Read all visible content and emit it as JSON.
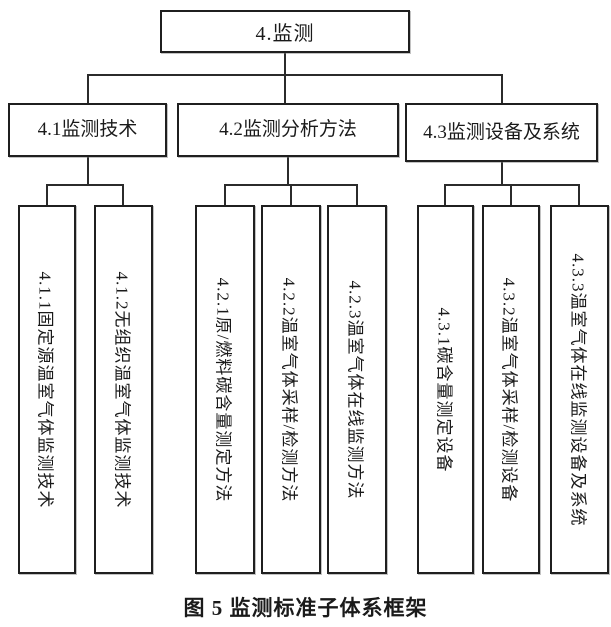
{
  "root": {
    "label": "4.监测"
  },
  "level2": [
    {
      "id": "4.1",
      "label": "4.1监测技术"
    },
    {
      "id": "4.2",
      "label": "4.2监测分析方法"
    },
    {
      "id": "4.3",
      "label": "4.3监测设备及系统"
    }
  ],
  "leaves": [
    {
      "parent": "4.1",
      "label": "4.1.1固定源温室气体监测技术"
    },
    {
      "parent": "4.1",
      "label": "4.1.2无组织温室气体监测技术"
    },
    {
      "parent": "4.2",
      "label": "4.2.1原/燃料碳含量测定方法"
    },
    {
      "parent": "4.2",
      "label": "4.2.2温室气体采样/检测方法"
    },
    {
      "parent": "4.2",
      "label": "4.2.3温室气体在线监测方法"
    },
    {
      "parent": "4.3",
      "label": "4.3.1碳含量测定设备"
    },
    {
      "parent": "4.3",
      "label": "4.3.2温室气体采样/检测设备"
    },
    {
      "parent": "4.3",
      "label": "4.3.3温室气体在线监测设备及系统"
    }
  ],
  "caption": "图 5 监测标准子体系框架",
  "colors": {
    "background": "#ffffff",
    "box_fill": "#ffffff",
    "box_border": "#1f1f1f",
    "connector": "#2b2b2b",
    "text": "#1a1a1a"
  }
}
